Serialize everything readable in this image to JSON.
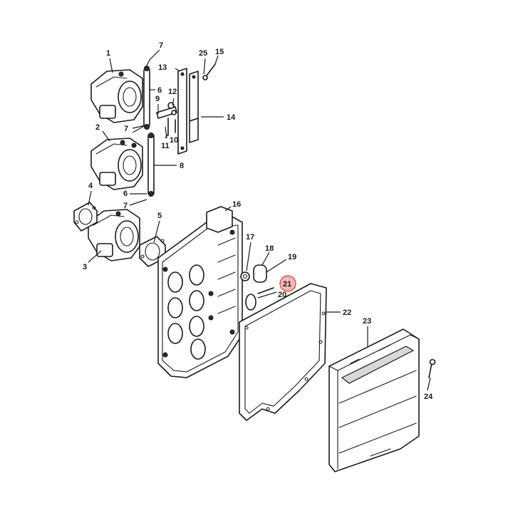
{
  "diagram": {
    "highlight_color": "#f4a0a0",
    "callouts": [
      {
        "id": "c1",
        "label": "1"
      },
      {
        "id": "c2",
        "label": "2"
      },
      {
        "id": "c3",
        "label": "3"
      },
      {
        "id": "c4",
        "label": "4"
      },
      {
        "id": "c5",
        "label": "5"
      },
      {
        "id": "c6a",
        "label": "6"
      },
      {
        "id": "c6b",
        "label": "6"
      },
      {
        "id": "c7a",
        "label": "7"
      },
      {
        "id": "c7b",
        "label": "7"
      },
      {
        "id": "c7c",
        "label": "7"
      },
      {
        "id": "c8",
        "label": "8"
      },
      {
        "id": "c9",
        "label": "9"
      },
      {
        "id": "c10",
        "label": "10"
      },
      {
        "id": "c11",
        "label": "11"
      },
      {
        "id": "c12",
        "label": "12"
      },
      {
        "id": "c13",
        "label": "13"
      },
      {
        "id": "c14",
        "label": "14"
      },
      {
        "id": "c15",
        "label": "15"
      },
      {
        "id": "c16",
        "label": "16"
      },
      {
        "id": "c17",
        "label": "17"
      },
      {
        "id": "c18",
        "label": "18"
      },
      {
        "id": "c19",
        "label": "19"
      },
      {
        "id": "c20",
        "label": "20"
      },
      {
        "id": "c21",
        "label": "21",
        "highlighted": true
      },
      {
        "id": "c22",
        "label": "22"
      },
      {
        "id": "c23",
        "label": "23"
      },
      {
        "id": "c24",
        "label": "24"
      },
      {
        "id": "c25",
        "label": "25"
      }
    ]
  }
}
